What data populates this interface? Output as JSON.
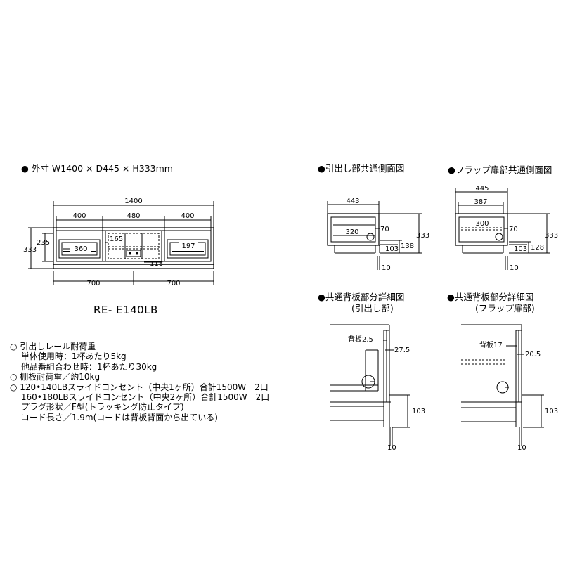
{
  "front": {
    "heading": "● 外寸 W1400 × D445 × H333mm",
    "model": "RE- E140LB",
    "dims": {
      "total_width": "1400",
      "left_width": "400",
      "mid_width": "480",
      "right_width": "400",
      "total_height": "333",
      "inner_height": "235",
      "drawer_left": "360",
      "drawer_right": "197",
      "mid_165": "165",
      "mid_118": "118",
      "bottom_left": "700",
      "bottom_right": "700"
    }
  },
  "side_drawer": {
    "heading": "●引出し部共通側面図",
    "dims": {
      "depth": "443",
      "inner": "320",
      "d70": "70",
      "height": "333",
      "d138": "138",
      "d103": "103",
      "d10": "10"
    }
  },
  "side_flap": {
    "heading": "●フラップ扉部共通側面図",
    "dims": {
      "depth": "445",
      "d387": "387",
      "inner": "300",
      "d70": "70",
      "height": "333",
      "d128": "128",
      "d103": "103",
      "d10": "10"
    }
  },
  "back_drawer": {
    "heading": "●共通背板部分詳細図",
    "sub": "(引出し部)",
    "label": "背板2.5",
    "d27": "27.5",
    "d103": "103",
    "d10": "10"
  },
  "back_flap": {
    "heading": "●共通背板部分詳細図",
    "sub": "(フラップ扉部)",
    "label": "背板17",
    "d20": "20.5",
    "d103": "103",
    "d10": "10"
  },
  "notes": [
    "○ 引出しレール耐荷重",
    "　 単体使用時：1杯あたり5kg",
    "　 他品番組合わせ時：1杯あたり30kg",
    "○ 棚板耐荷重／約10kg",
    "○ 120•140LBスライドコンセント（中央1ヶ所）合計1500W　2口",
    "　 160•180LBスライドコンセント（中央2ヶ所）合計1500W　2口",
    "　 プラグ形状／F型(トラッキング防止タイプ)",
    "　 コード長さ／1.9m(コードは背板背面から出ている)"
  ]
}
